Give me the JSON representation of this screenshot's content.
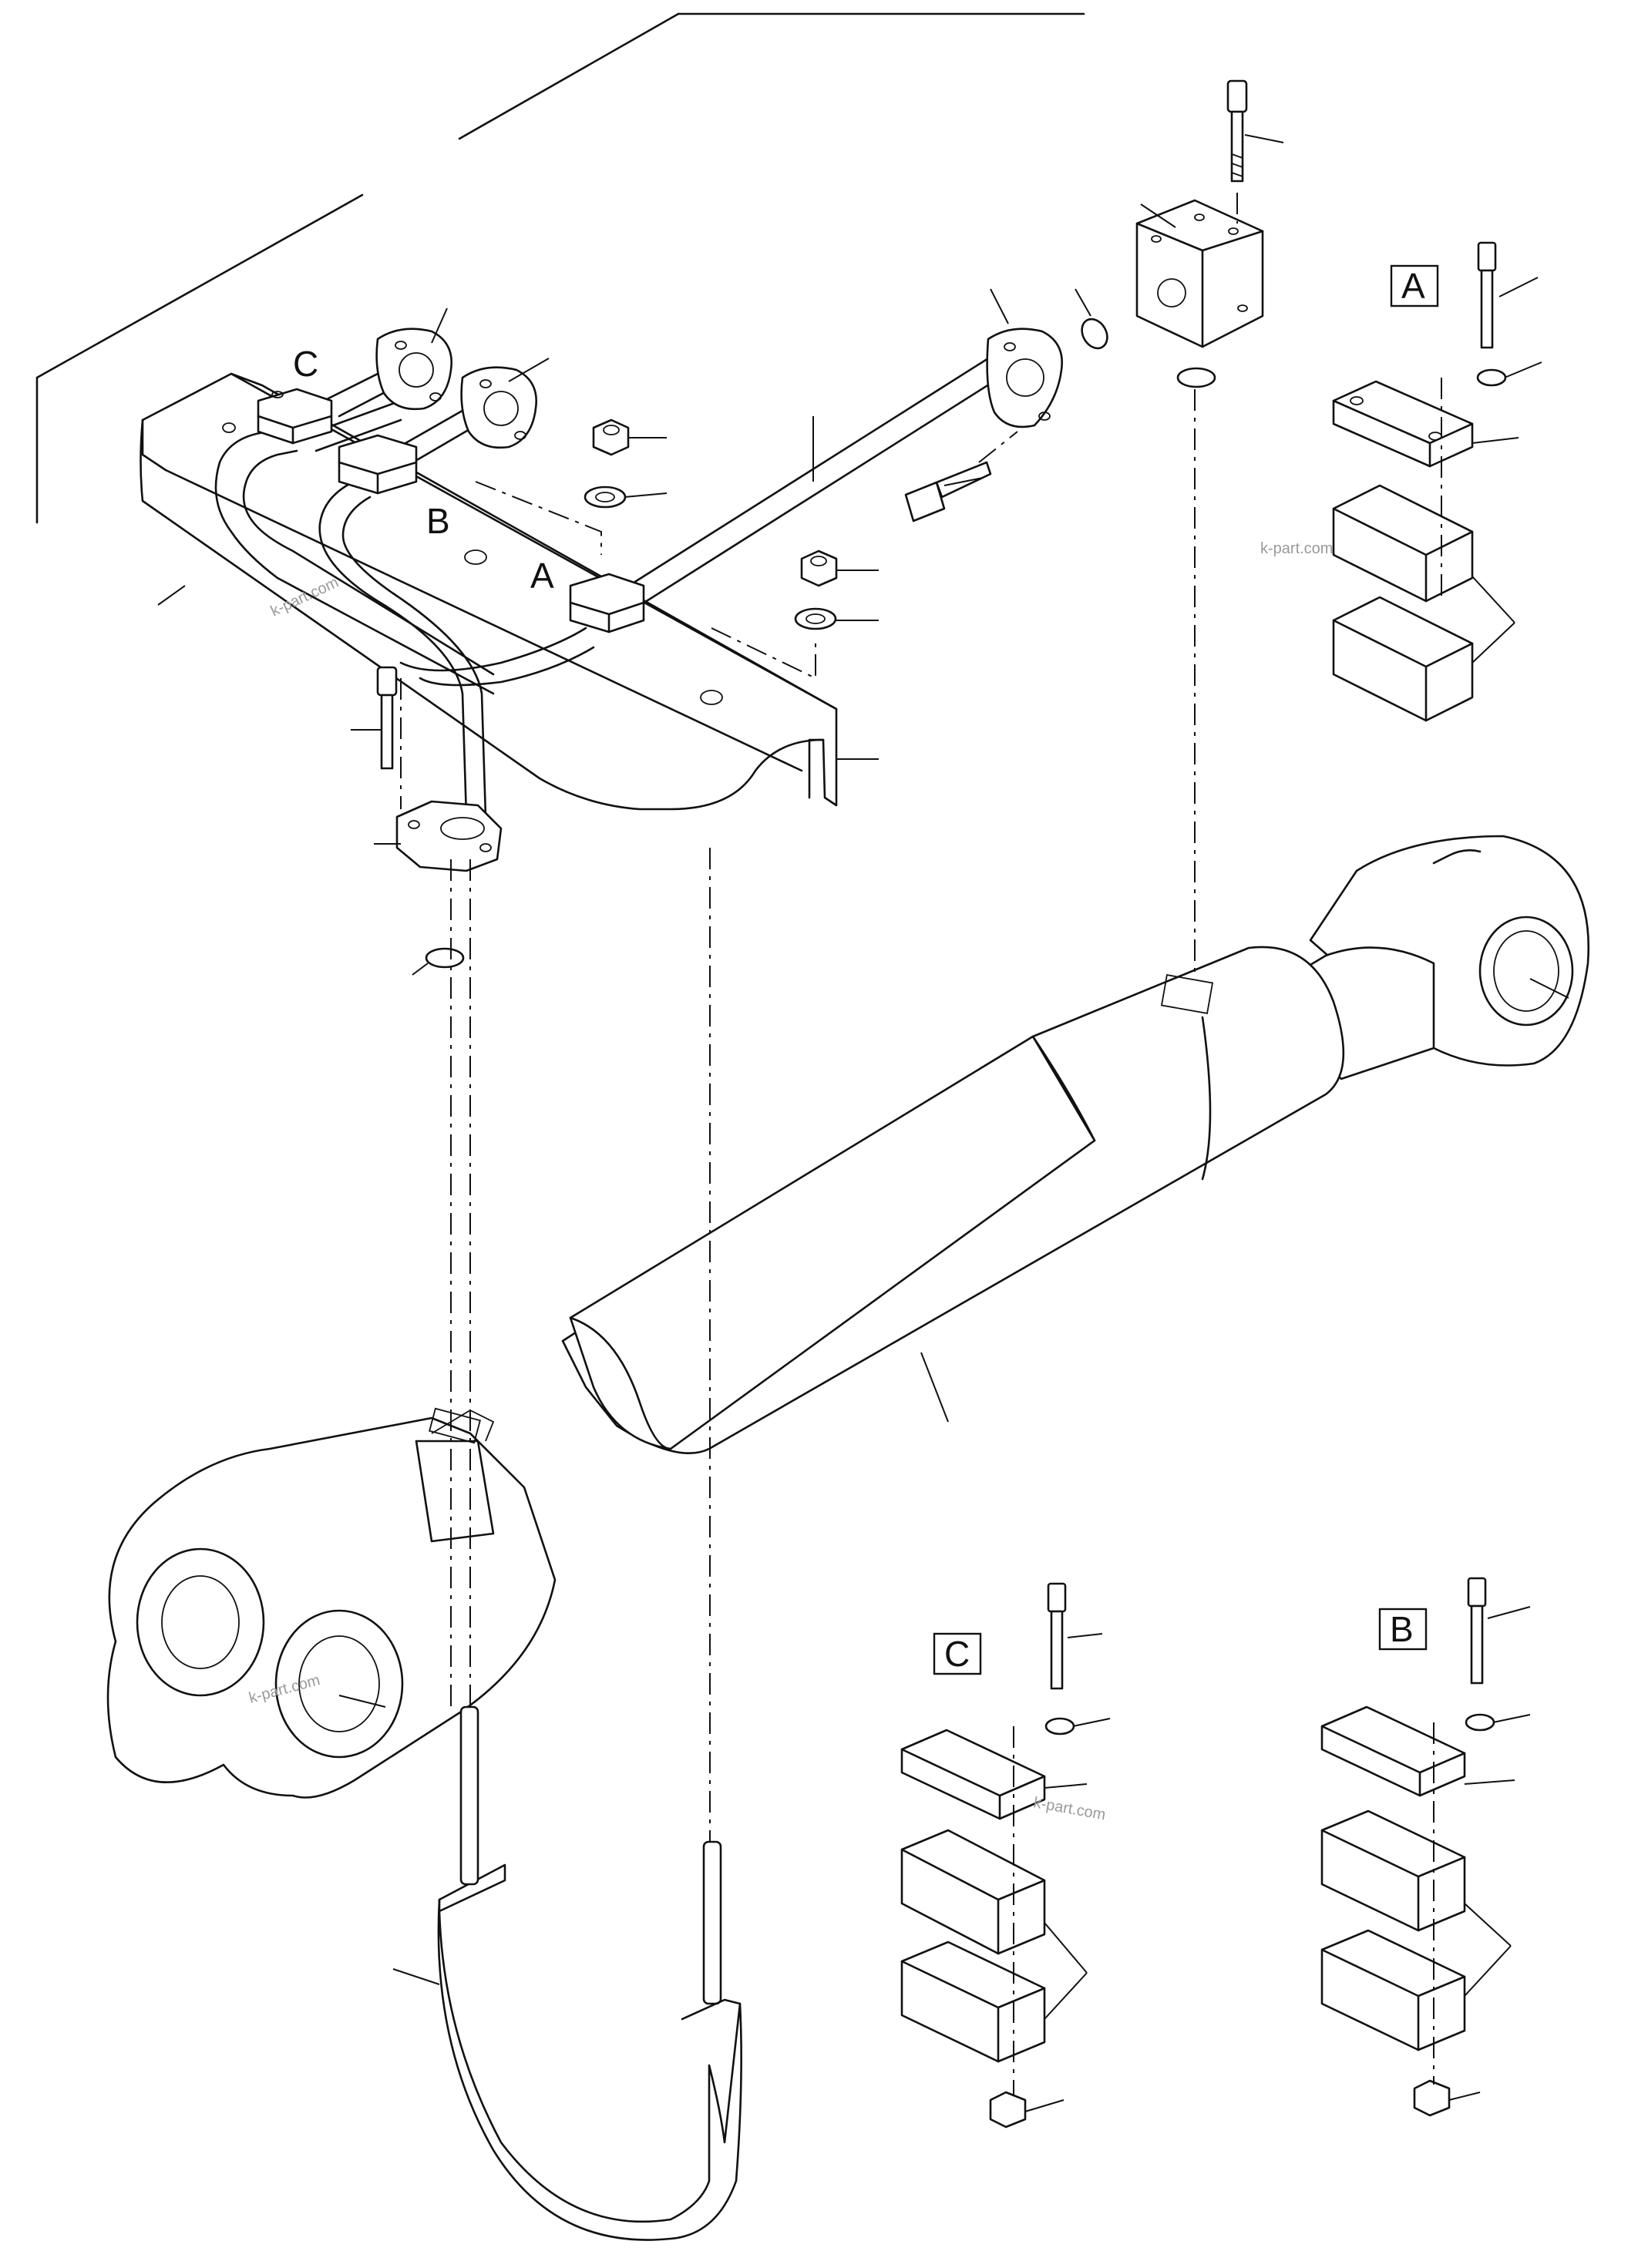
{
  "detail_labels": {
    "a_main": "A",
    "b_main": "B",
    "c_main": "C",
    "a_box": "A",
    "b_box": "B",
    "c_box": "C"
  },
  "watermarks": [
    "k-part.com",
    "k-part.com",
    "k-part.com",
    "k-part.com"
  ]
}
